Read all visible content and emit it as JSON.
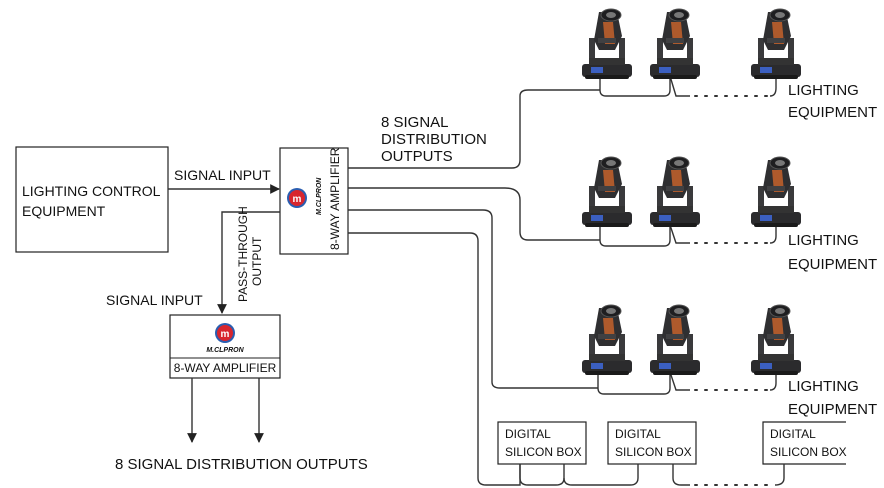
{
  "control": {
    "line1": "LIGHTING CONTROL",
    "line2": "EQUIPMENT"
  },
  "labels": {
    "signal_input_main": "SIGNAL INPUT",
    "signal_input_second": "SIGNAL INPUT",
    "passthrough_line1": "PASS-THROUGH",
    "passthrough_line2": "OUTPUT",
    "distribution_line1": "8 SIGNAL",
    "distribution_line2": "DISTRIBUTION",
    "distribution_line3": "OUTPUTS",
    "bottom_outputs": "8 SIGNAL DISTRIBUTION OUTPUTS"
  },
  "amplifier_main": {
    "name": "8-WAY AMPLIFIER",
    "brand": "M.CLPRON",
    "logo_letters": "m"
  },
  "amplifier_second": {
    "name": "8-WAY AMPLIFIER",
    "brand": "M.CLPRON",
    "logo_letters": "m"
  },
  "lighting_groups": [
    {
      "line1": "LIGHTING",
      "line2": "EQUIPMENT"
    },
    {
      "line1": "LIGHTING",
      "line2": "EQUIPMENT"
    },
    {
      "line1": "LIGHTING",
      "line2": "EQUIPMENT"
    }
  ],
  "silicon_boxes": [
    {
      "line1": "DIGITAL",
      "line2": "SILICON BOX"
    },
    {
      "line1": "DIGITAL",
      "line2": "SILICON BOX"
    },
    {
      "line1": "DIGITAL",
      "line2": "SILICON BOX"
    }
  ],
  "colors": {
    "logo_red": "#d8262e",
    "logo_blue": "#2a5db0",
    "device_body": "#2b2b2d",
    "device_screen": "#3b5fc0"
  }
}
